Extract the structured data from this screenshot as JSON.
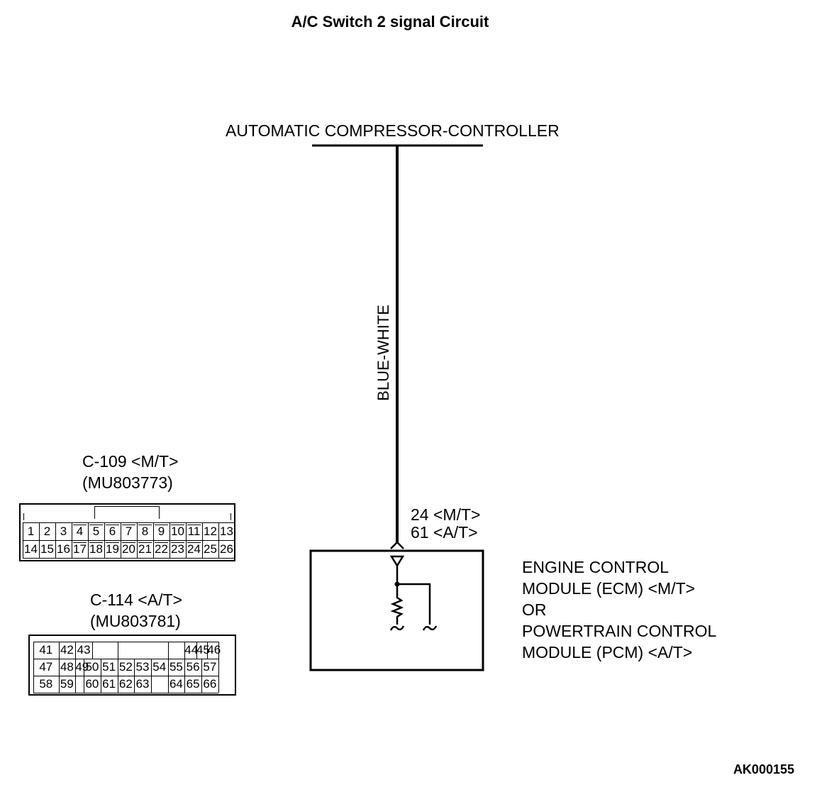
{
  "title": "A/C Switch 2 signal Circuit",
  "controller": {
    "label": "AUTOMATIC COMPRESSOR-CONTROLLER"
  },
  "wire": {
    "color_label": "BLUE-WHITE"
  },
  "terminal": {
    "mt": "24 <M/T>",
    "at": "61 <A/T>"
  },
  "module": {
    "lines": [
      "ENGINE CONTROL",
      "MODULE (ECM) <M/T>",
      "OR",
      "POWERTRAIN CONTROL",
      "MODULE (PCM) <A/T>"
    ]
  },
  "connectors": [
    {
      "name": "C-109 <M/T>",
      "part": "(MU803773)",
      "rows": [
        [
          "1",
          "2",
          "3",
          "4",
          "5",
          "6",
          "7",
          "8",
          "9",
          "10",
          "11",
          "12",
          "13"
        ],
        [
          "14",
          "15",
          "16",
          "17",
          "18",
          "19",
          "20",
          "21",
          "22",
          "23",
          "24",
          "25",
          "26"
        ]
      ]
    },
    {
      "name": "C-114 <A/T>",
      "part": "(MU803781)",
      "rows": [
        [
          "41",
          "42",
          "43",
          "",
          "",
          "",
          "",
          "",
          "",
          "44",
          "45",
          "46"
        ],
        [
          "47",
          "48",
          "49",
          "50",
          "51",
          "52",
          "53",
          "54",
          "55",
          "56",
          "57"
        ],
        [
          "58",
          "59",
          "",
          "60",
          "61",
          "62",
          "63",
          "",
          "64",
          "65",
          "66"
        ]
      ]
    }
  ],
  "figure_id": "AK000155"
}
